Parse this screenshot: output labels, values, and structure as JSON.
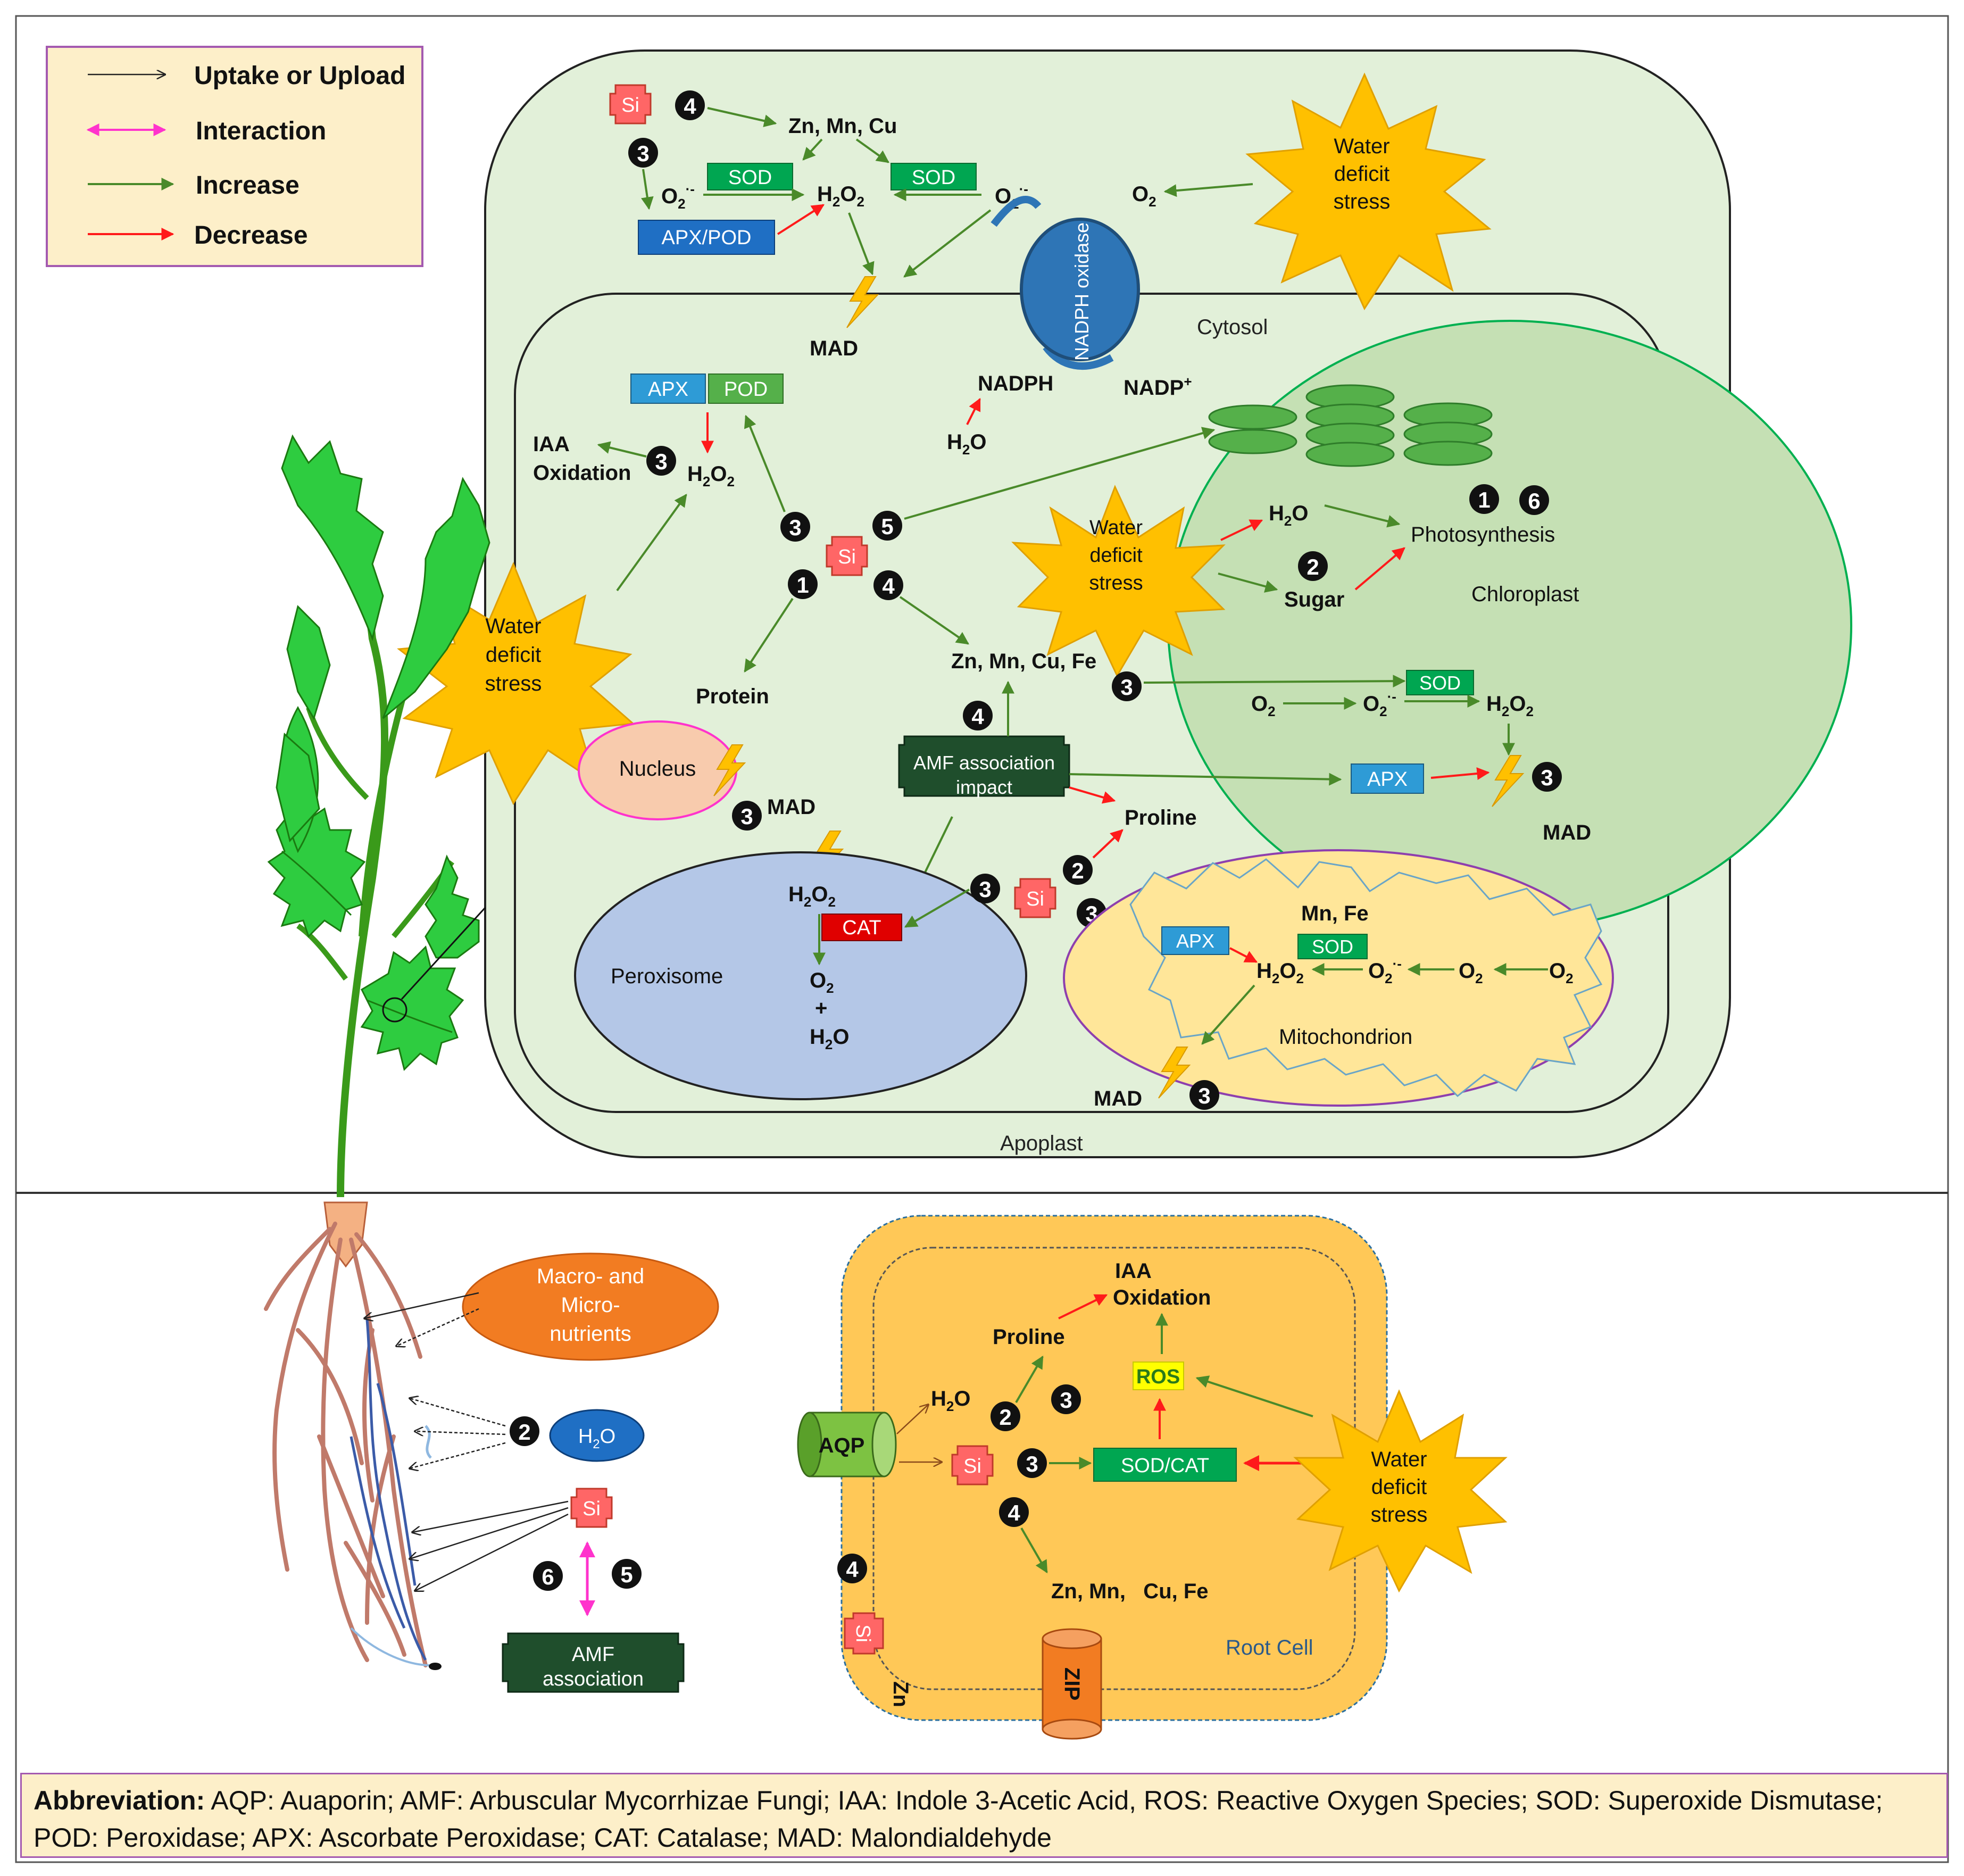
{
  "legend": {
    "uptake": "Uptake or Upload",
    "interaction": "Interaction",
    "increase": "Increase",
    "decrease": "Decrease"
  },
  "labels": {
    "si": "Si",
    "zn_mn_cu": "Zn, Mn, Cu",
    "sod": "SOD",
    "apx_pod": "APX/POD",
    "apx": "APX",
    "pod": "POD",
    "cat": "CAT",
    "mad": "MAD",
    "nadph_oxidase": "NADPH oxidase",
    "nadph": "NADPH",
    "nadp": "NADP",
    "nadp_sup": "+",
    "cytosol": "Cytosol",
    "apoplast": "Apoplast",
    "water_deficit_line1": "Water",
    "water_deficit_line2": "deficit",
    "water_deficit_line3": "stress",
    "iaa": "IAA",
    "oxidation": "Oxidation",
    "protein": "Protein",
    "zn_mn_cu_fe": "Zn, Mn, Cu, Fe",
    "photosynthesis": "Photosynthesis",
    "sugar": "Sugar",
    "chloroplast": "Chloroplast",
    "nucleus": "Nucleus",
    "amf_association_line1": "AMF association",
    "amf_impact_line2": "impact",
    "proline": "Proline",
    "peroxisome": "Peroxisome",
    "plus": "+",
    "mn_fe": "Mn, Fe",
    "mitochondrion": "Mitochondrion",
    "macro_line1": "Macro- and",
    "macro_line2": "Micro-",
    "macro_line3": "nutrients",
    "amf_line1": "AMF",
    "amf_line2": "association",
    "aqp": "AQP",
    "ros": "ROS",
    "sod_cat": "SOD/CAT",
    "root_zn_mn_cu_fe": "Zn, Mn,   Cu, Fe",
    "root_cell": "Root Cell",
    "zip": "ZIP",
    "zn": "Zn"
  },
  "abbreviation": {
    "heading": "Abbreviation:",
    "text": "AQP: Auaporin; AMF: Arbuscular Mycorrhizae Fungi; IAA: Indole 3-Acetic Acid, ROS: Reactive Oxygen Species; SOD: Superoxide Dismutase; POD: Peroxidase; APX: Ascorbate Peroxidase; CAT: Catalase; MAD: Malondialdehyde"
  },
  "colors": {
    "cell_fill": "#e2f0d9",
    "chloroplast_fill": "#c5e0b4",
    "mito_fill": "#ffe699",
    "peroxisome_fill": "#b4c7e7",
    "nucleus_fill": "#f8cbad",
    "root_cell_fill": "#ffc857",
    "increase_arrow": "#4a8a2a",
    "decrease_arrow": "#ff1a1a",
    "interaction_arrow": "#ff33cc",
    "sod_fill": "#00a651",
    "apx_fill": "#2e9bd6",
    "cat_fill": "#e00000",
    "si_fill": "#ff6666",
    "amf_fill": "#1f4e2c",
    "star_fill": "#ffc000",
    "legend_fill": "#fdefc9"
  }
}
